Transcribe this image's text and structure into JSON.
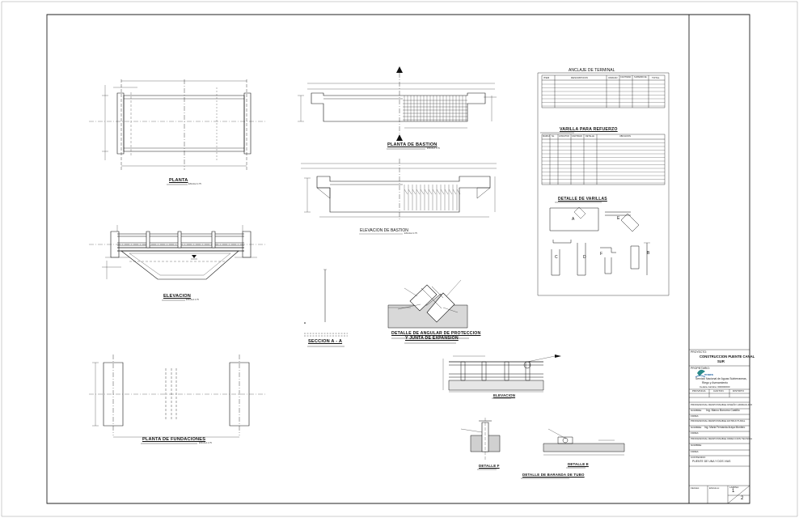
{
  "labels": {
    "planta": "PLANTA",
    "elevacion": "ELEVACION",
    "planta_fundaciones": "PLANTA DE FUNDACIONES",
    "planta_bastion": "PLANTA DE BASTION",
    "elevacion_bastion": "ELEVACION DE BASTION",
    "seccion_aa": "SECCION A - A",
    "detalle_angular_1": "DETALLE DE ANGULAR DE PROTECCION",
    "detalle_angular_2": "Y JUNTA DE EXPANSION",
    "elevacion_baranda": "ELEVACION",
    "detalle_f": "DETALLE F",
    "detalle_baranda": "DETALLE DE BARANDA DE TUBO",
    "detalle_e": "DETALLE E",
    "escala": "ESCALA 1:75"
  },
  "anclaje": {
    "title": "ANCLAJE DE TERMINAL",
    "headers": [
      "ITEM",
      "DESCRIPCION",
      "UNIDAD",
      "CANTIDAD",
      "SUPERFICIE",
      "TOTAL"
    ]
  },
  "varilla": {
    "title": "VARILLA PARA REFUERZO",
    "headers": [
      "MARCA",
      "No.",
      "LONGITUD",
      "CANTIDAD",
      "DETALLE",
      "UBICACION"
    ]
  },
  "detalle_varillas": {
    "title": "DETALLE DE VARILLAS",
    "letters": [
      "A",
      "E",
      "C",
      "D",
      "F",
      "B"
    ]
  },
  "title_block": {
    "proyecto_label": "PROYECTO:",
    "proyecto_1": "CONSTRUCCION PUENTE CANAL",
    "proyecto_2": "SUR",
    "propietario_label": "PROPIETARIO:",
    "logo_text": "enara",
    "org_1": "Servicio Nacional de Aguas Subterraneas,",
    "org_2": "Riego y Avenamiento",
    "org_3": "Cedula Juridica: 000000000",
    "provincia": "PROVINCIA",
    "canton": "CANTON",
    "distrito": "DISTRITO",
    "prof_hidraulico": "PROFESIONAL RESPONSABLE DISEÑO HIDRAULICO",
    "nombre_label": "NOMBRE:",
    "nombre_1": "Ing. Marco Bonomo Castillo",
    "firma_label": "FIRMA:",
    "prof_estructural": "PROFESIONAL RESPONSABLE ESTRUCTURAL",
    "nombre_2": "Ing. Maria Fernanda Araya Montero",
    "prof_tecnica": "PROFESIONAL RESPONSABLE DIRECCION TECNICA",
    "contenido_label": "CONTENIDO:",
    "contenido": "PUENTE DE UNA Y DOS VIAS",
    "fecha_label": "FECHA:",
    "escala_label": "ESCALA:",
    "lamina_label": "LAMINA:",
    "lamina_num": "1",
    "lamina_total": "2"
  }
}
